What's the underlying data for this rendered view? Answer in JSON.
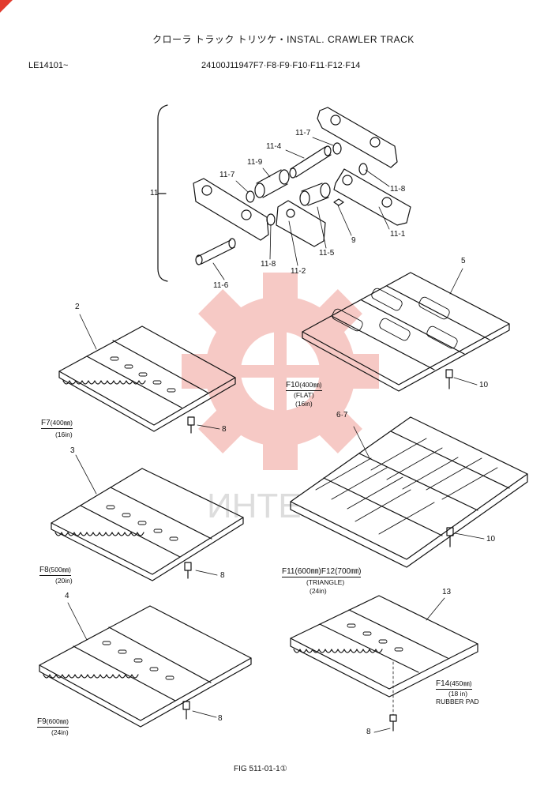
{
  "header": {
    "title": "クローラ トラック トリツケ・INSTAL. CRAWLER TRACK",
    "serial": "LE14101~",
    "part_code": "24100J11947F7·F8·F9·F10·F11·F12·F14"
  },
  "callouts": {
    "c11": "11",
    "c11_7a": "11-7",
    "c11_4": "11-4",
    "c11_9": "11-9",
    "c11_7b": "11-7",
    "c11_8a": "11-8",
    "c11_1": "11-1",
    "c9": "9",
    "c11_5": "11-5",
    "c11_8b": "11-8",
    "c11_2": "11-2",
    "c11_6": "11-6",
    "c5": "5",
    "c2": "2",
    "c10a": "10",
    "c8a": "8",
    "c3": "3",
    "c6_7": "6·7",
    "c10b": "10",
    "c8b": "8",
    "c4": "4",
    "c13": "13",
    "c8c": "8",
    "c8d": "8"
  },
  "variants": {
    "f7": {
      "label": "F7",
      "width": "(400㎜)",
      "inch": "(16in)"
    },
    "f8": {
      "label": "F8",
      "width": "(500㎜)",
      "inch": "(20in)"
    },
    "f9": {
      "label": "F9",
      "width": "(600㎜)",
      "inch": "(24in)"
    },
    "f10": {
      "label": "F10",
      "width": "(400㎜)",
      "type": "(FLAT)",
      "inch": "(16in)"
    },
    "f11": {
      "label": "F11(600㎜)F12(700㎜)",
      "type": "(TRIANGLE)",
      "inch": "(24in)"
    },
    "f14": {
      "label": "F14",
      "width": "(450㎜)",
      "inch": "(18 in)",
      "type": "RUBBER PAD"
    }
  },
  "footer": {
    "fig": "FIG 511-01-1①"
  },
  "watermark": {
    "text": "ИНТЕ",
    "color": "#e23b2e"
  }
}
